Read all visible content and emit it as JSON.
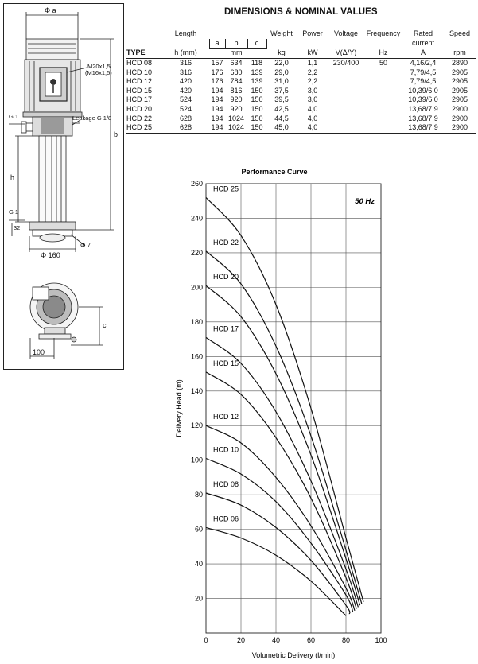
{
  "drawing": {
    "labels": {
      "phi_a": "Φ a",
      "motor_thread": "M20x1,5",
      "motor_thread_alt": "(M16x1,5)",
      "g1_top": "G 1",
      "leakage": "Leakage G 1/8",
      "dim_b": "b",
      "dim_h": "h",
      "g1_bottom": "G 1",
      "dim_32": "32",
      "phi_7": "Φ 7",
      "phi_160": "Φ 160",
      "dim_c": "c",
      "dim_100": "100"
    }
  },
  "table": {
    "title": "DIMENSIONS & NOMINAL VALUES",
    "header": {
      "type": "TYPE",
      "length": "Length",
      "a": "a",
      "b": "b",
      "c": "c",
      "weight": "Weight",
      "power": "Power",
      "voltage": "Voltage",
      "frequency": "Frequency",
      "rated": "Rated",
      "current": "current",
      "speed": "Speed",
      "u_h": "h (mm)",
      "u_mm": "mm",
      "u_kg": "kg",
      "u_kw": "kW",
      "u_v": "V(Δ/Y)",
      "u_hz": "Hz",
      "u_a": "A",
      "u_rpm": "rpm"
    },
    "rows": [
      {
        "type": "HCD 08",
        "h": "316",
        "a": "157",
        "b": "634",
        "c": "118",
        "kg": "22,0",
        "kw": "1,1",
        "v": "230/400",
        "hz": "50",
        "amp": "4,16/2,4",
        "rpm": "2890"
      },
      {
        "type": "HCD 10",
        "h": "316",
        "a": "176",
        "b": "680",
        "c": "139",
        "kg": "29,0",
        "kw": "2,2",
        "v": "",
        "hz": "",
        "amp": "7,79/4,5",
        "rpm": "2905"
      },
      {
        "type": "HCD 12",
        "h": "420",
        "a": "176",
        "b": "784",
        "c": "139",
        "kg": "31,0",
        "kw": "2,2",
        "v": "",
        "hz": "",
        "amp": "7,79/4,5",
        "rpm": "2905"
      },
      {
        "type": "HCD 15",
        "h": "420",
        "a": "194",
        "b": "816",
        "c": "150",
        "kg": "37,5",
        "kw": "3,0",
        "v": "",
        "hz": "",
        "amp": "10,39/6,0",
        "rpm": "2905"
      },
      {
        "type": "HCD 17",
        "h": "524",
        "a": "194",
        "b": "920",
        "c": "150",
        "kg": "39,5",
        "kw": "3,0",
        "v": "",
        "hz": "",
        "amp": "10,39/6,0",
        "rpm": "2905"
      },
      {
        "type": "HCD 20",
        "h": "524",
        "a": "194",
        "b": "920",
        "c": "150",
        "kg": "42,5",
        "kw": "4,0",
        "v": "",
        "hz": "",
        "amp": "13,68/7,9",
        "rpm": "2900"
      },
      {
        "type": "HCD 22",
        "h": "628",
        "a": "194",
        "b": "1024",
        "c": "150",
        "kg": "44,5",
        "kw": "4,0",
        "v": "",
        "hz": "",
        "amp": "13,68/7,9",
        "rpm": "2900"
      },
      {
        "type": "HCD 25",
        "h": "628",
        "a": "194",
        "b": "1024",
        "c": "150",
        "kg": "45,0",
        "kw": "4,0",
        "v": "",
        "hz": "",
        "amp": "13,68/7,9",
        "rpm": "2900"
      }
    ]
  },
  "chart_data": {
    "type": "line",
    "title": "Performance Curve",
    "annotation": "50 Hz",
    "xlabel": "Volumetric Delivery (l/min)",
    "ylabel": "Delivery Head (m)",
    "xlim": [
      0,
      100
    ],
    "ylim": [
      0,
      260
    ],
    "xticks": [
      0,
      20,
      40,
      60,
      80,
      100
    ],
    "yticks": [
      20,
      40,
      60,
      80,
      100,
      120,
      140,
      160,
      180,
      200,
      220,
      240,
      260
    ],
    "grid": true,
    "series": [
      {
        "name": "HCD 25",
        "x": [
          0,
          20,
          40,
          60,
          80,
          90
        ],
        "y": [
          252,
          230,
          190,
          130,
          55,
          18
        ]
      },
      {
        "name": "HCD 22",
        "x": [
          0,
          20,
          40,
          60,
          80,
          89
        ],
        "y": [
          221,
          202,
          166,
          114,
          48,
          17
        ]
      },
      {
        "name": "HCD 20",
        "x": [
          0,
          20,
          40,
          60,
          80,
          88
        ],
        "y": [
          201,
          183,
          150,
          103,
          43,
          16
        ]
      },
      {
        "name": "HCD 17",
        "x": [
          0,
          20,
          40,
          60,
          80,
          87
        ],
        "y": [
          171,
          156,
          128,
          88,
          37,
          15
        ]
      },
      {
        "name": "HCD 15",
        "x": [
          0,
          20,
          40,
          60,
          80,
          86
        ],
        "y": [
          151,
          138,
          113,
          78,
          32,
          14
        ]
      },
      {
        "name": "HCD 12",
        "x": [
          0,
          20,
          40,
          60,
          80,
          85
        ],
        "y": [
          120,
          110,
          90,
          62,
          26,
          13
        ]
      },
      {
        "name": "HCD 10",
        "x": [
          0,
          20,
          40,
          60,
          80,
          84
        ],
        "y": [
          101,
          92,
          76,
          52,
          22,
          12
        ]
      },
      {
        "name": "HCD 08",
        "x": [
          0,
          20,
          40,
          60,
          80,
          82
        ],
        "y": [
          81,
          74,
          61,
          42,
          16,
          11
        ]
      },
      {
        "name": "HCD 06",
        "x": [
          0,
          20,
          40,
          60,
          80
        ],
        "y": [
          61,
          55,
          45,
          30,
          10
        ]
      }
    ]
  }
}
